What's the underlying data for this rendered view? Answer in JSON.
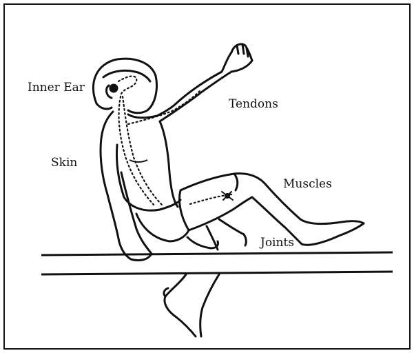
{
  "labels": {
    "inner_ear": "Inner Ear",
    "tendons": "Tendons",
    "skin": "Skin",
    "muscles": "Muscles",
    "joints": "Joints"
  },
  "colors": {
    "ink": "#111111",
    "background": "#ffffff"
  }
}
